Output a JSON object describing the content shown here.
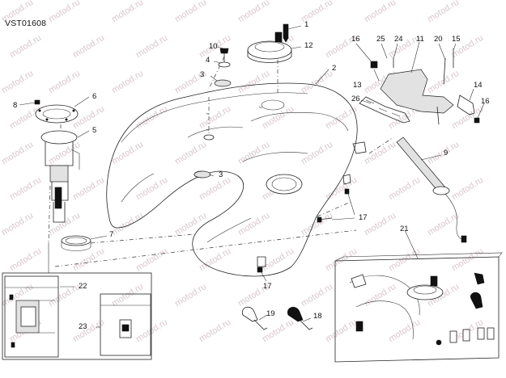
{
  "diagram": {
    "code": "VST01608",
    "watermark": "motod.ru",
    "callouts": {
      "c1": "1",
      "c2": "2",
      "c3a": "3",
      "c3b": "3",
      "c4": "4",
      "c5": "5",
      "c6": "6",
      "c7": "7",
      "c8": "8",
      "c9": "9",
      "c10": "10",
      "c11": "11",
      "c12": "12",
      "c13": "13",
      "c14": "14",
      "c15": "15",
      "c16a": "16",
      "c16b": "16",
      "c17a": "17",
      "c17b": "17",
      "c18": "18",
      "c19": "19",
      "c20": "20",
      "c21": "21",
      "c22": "22",
      "c23": "23",
      "c24": "24",
      "c25": "25",
      "c26": "26"
    }
  }
}
